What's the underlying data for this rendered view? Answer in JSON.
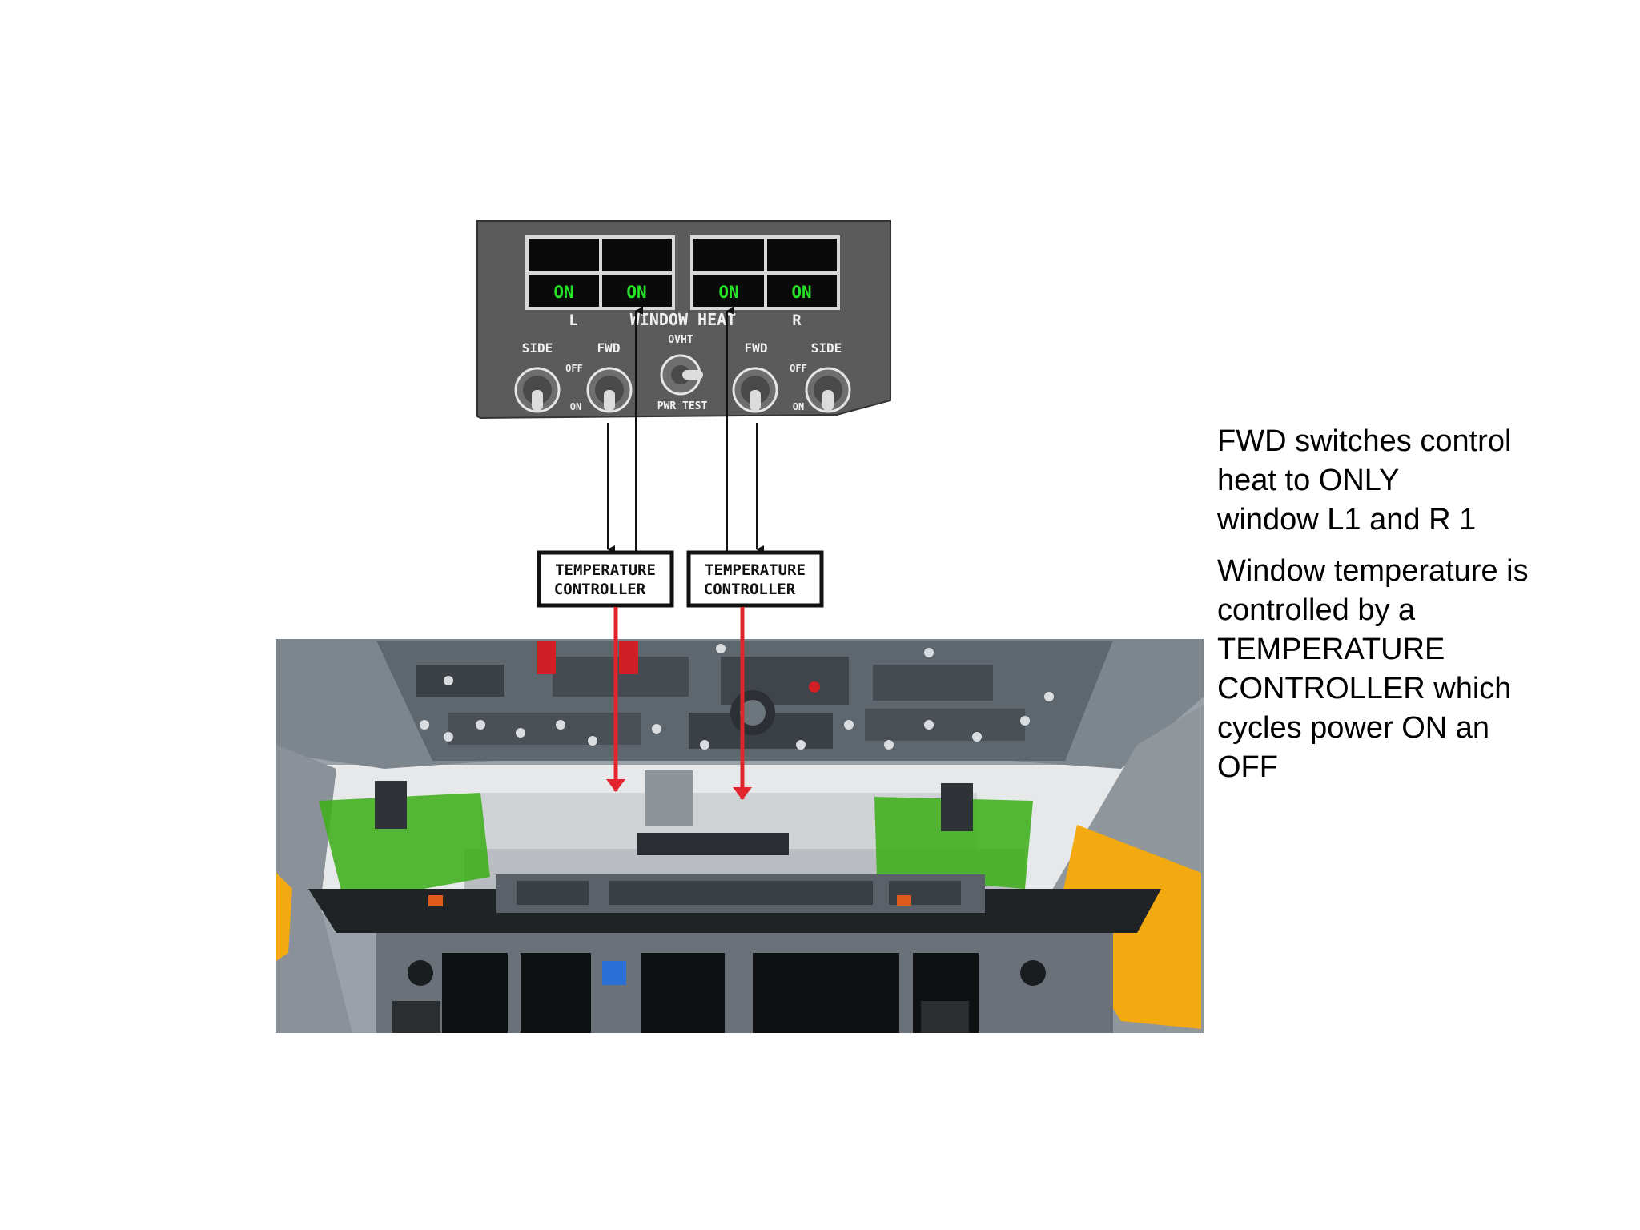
{
  "panel": {
    "title": "WINDOW HEAT",
    "lights": [
      "ON",
      "ON",
      "ON",
      "ON"
    ],
    "label_left": "L",
    "label_right": "R",
    "switches": {
      "side_left": "SIDE",
      "fwd_left": "FWD",
      "fwd_right": "FWD",
      "side_right": "SIDE",
      "off_left": "OFF",
      "on_left": "ON",
      "off_right": "OFF",
      "on_right": "ON",
      "ovht": "OVHT",
      "pwr_test": "PWR TEST"
    }
  },
  "controllers": [
    {
      "line1": "TEMPERATURE",
      "line2": "CONTROLLER"
    },
    {
      "line1": "TEMPERATURE",
      "line2": "CONTROLLER"
    }
  ],
  "notes": [
    "FWD switches control\nheat to ONLY\nwindow L1 and R 1",
    "Window temperature is\ncontrolled by a\nTEMPERATURE\nCONTROLLER which\ncycles power ON an\nOFF"
  ],
  "colors": {
    "panel": "#5b5b5b",
    "light_on": "#27e327",
    "arrow_red": "#e2242c",
    "sunvisor_green": "#3fae1a",
    "sunvisor_amber": "#f3aa10"
  }
}
